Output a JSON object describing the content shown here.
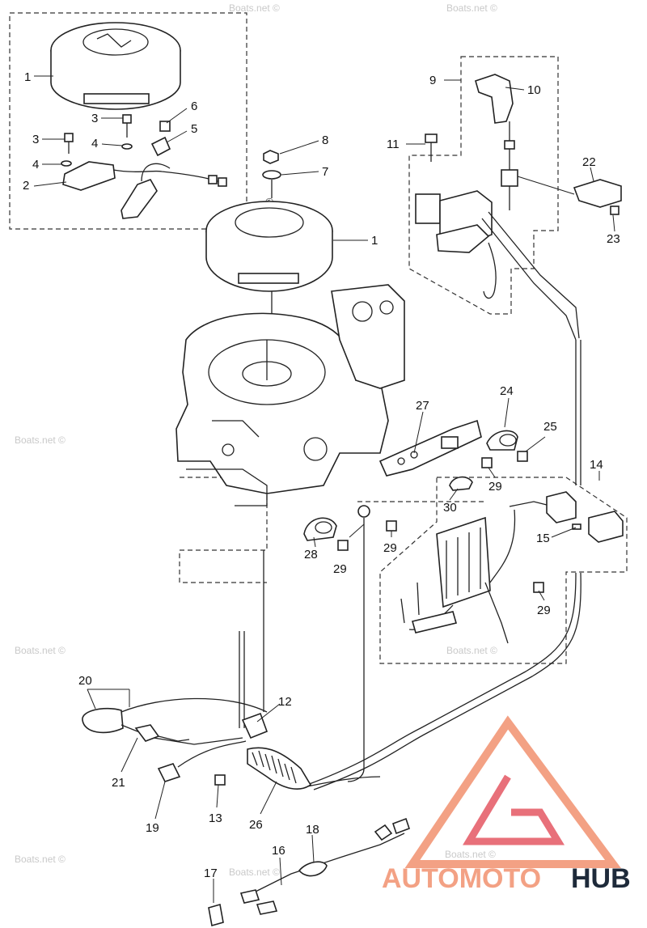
{
  "watermark": "Boats.net ©",
  "watermark_tilted": "Boats.net ©",
  "brand": {
    "part1": "AUTOMOTO",
    "part2": "HUB",
    "color_main": "#f3a184",
    "color_accent": "#e8707a",
    "color_dark": "#1e2a3a"
  },
  "callouts": {
    "c1a": "1",
    "c1b": "1",
    "c2": "2",
    "c3a": "3",
    "c3b": "3",
    "c4a": "4",
    "c4b": "4",
    "c5": "5",
    "c6": "6",
    "c7": "7",
    "c8": "8",
    "c9": "9",
    "c10": "10",
    "c11": "11",
    "c12": "12",
    "c13": "13",
    "c14": "14",
    "c15": "15",
    "c16": "16",
    "c17": "17",
    "c18": "18",
    "c19": "19",
    "c20": "20",
    "c21": "21",
    "c22": "22",
    "c23": "23",
    "c24": "24",
    "c25": "25",
    "c26": "26",
    "c27": "27",
    "c28": "28",
    "c29a": "29",
    "c29b": "29",
    "c29c": "29",
    "c29d": "29",
    "c30": "30"
  }
}
